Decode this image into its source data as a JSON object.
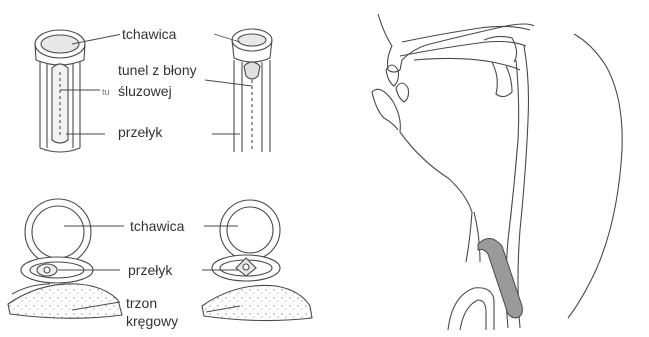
{
  "labels": {
    "top_trachea": "tchawica",
    "tunnel": "tunel z błony\nśluzowej",
    "top_esophagus": "przełyk",
    "small_mark": "tu",
    "bottom_trachea": "tchawica",
    "bottom_esophagus": "przełyk",
    "vertebra": "trzon\nkręgowy"
  },
  "colors": {
    "line": "#4a4a4a",
    "tube_fill": "#9a9a9a",
    "background": "#ffffff"
  }
}
